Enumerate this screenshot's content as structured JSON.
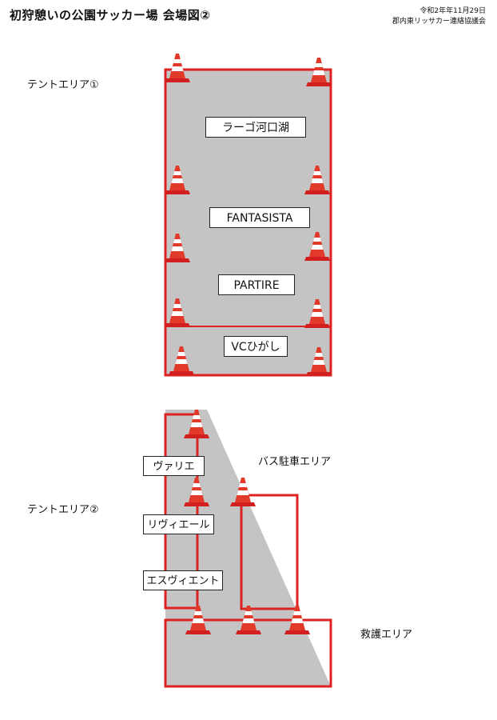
{
  "header": {
    "title": "初狩憩いの公園サッカー場 会場図②",
    "date": "令和2年年11月29日",
    "organizer": "郡内東リッサカー連絡協議会"
  },
  "areas": {
    "tent1": "テントエリア①",
    "tent2": "テントエリア②",
    "bus": "バス駐車エリア",
    "rescue": "救護エリア"
  },
  "tent1_teams": [
    "ラーゴ河口湖",
    "FANTASISTA",
    "PARTIRE",
    "VCひがし"
  ],
  "tent2_teams": [
    "ヴァリエ",
    "リヴィエール",
    "エスヴィエント"
  ],
  "colors": {
    "field": "#c4c4c4",
    "border": "#dd2222",
    "cone": "#e23a2a",
    "cone_stripe": "#ffffff"
  },
  "icons": [
    "traffic-cone-icon"
  ]
}
